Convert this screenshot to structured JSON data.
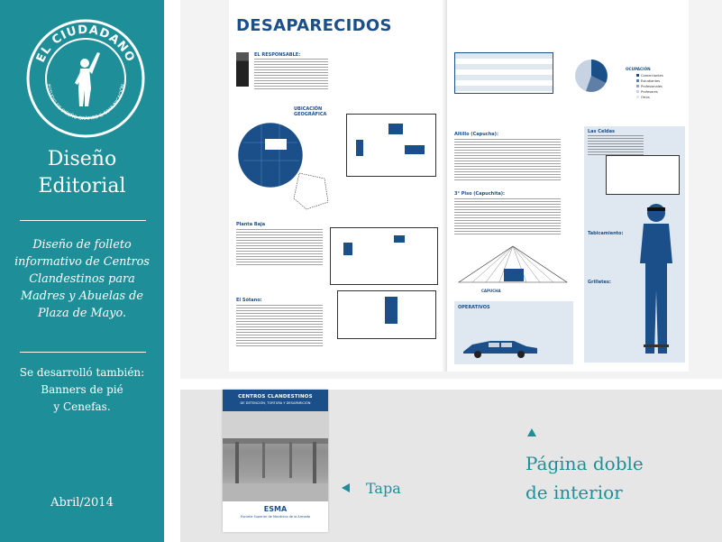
{
  "sidebar": {
    "logo_text": "EL CIUDADANO",
    "logo_subtext": "ESTUDIO DE DISEÑO GRÁFICO & COMUNICACIÓN",
    "title_line1": "Diseño",
    "title_line2": "Editorial",
    "description": "Diseño de folleto informativo de Centros Clandestinos para Madres y Abuelas de Plaza de Mayo.",
    "also_line1": "Se desarrolló también:",
    "also_line2": "Banners de pié",
    "also_line3": "y Cenefas.",
    "date": "Abril/2014"
  },
  "spread": {
    "title": "DESAPARECIDOS",
    "headings": {
      "responsable": "EL RESPONSABLE:",
      "ubicacion": "UBICACIÓN GEOGRÁFICA",
      "planta_baja": "Planta Baja",
      "sotano": "El Sótano:",
      "atillo": "Altillo (Capucha):",
      "capuchita": "3° Piso (Capuchita):",
      "ocupacion": "OCUPACIÓN",
      "las_celdas": "Las Celdas",
      "tabicamiento": "Tabicamiento:",
      "grilletes": "Grilletes:",
      "capucha": "CAPUCHA",
      "operativos": "OPERATIVOS"
    },
    "legend": [
      "Comerciantes",
      "Estudiantes",
      "Profesionales",
      "Profesores",
      "Otros"
    ]
  },
  "cover": {
    "title": "CENTROS CLANDESTINOS",
    "subtitle": "DE DETENCIÓN, TORTURA Y DESAPARICIÓN",
    "esma": "ESMA",
    "esma_sub": "Escuela Superior de Mecánica de la Armada"
  },
  "labels": {
    "tapa": "Tapa",
    "pagina_line1": "Página doble",
    "pagina_line2": "de interior"
  },
  "colors": {
    "teal": "#1e8f98",
    "navy": "#1b4f8a"
  }
}
